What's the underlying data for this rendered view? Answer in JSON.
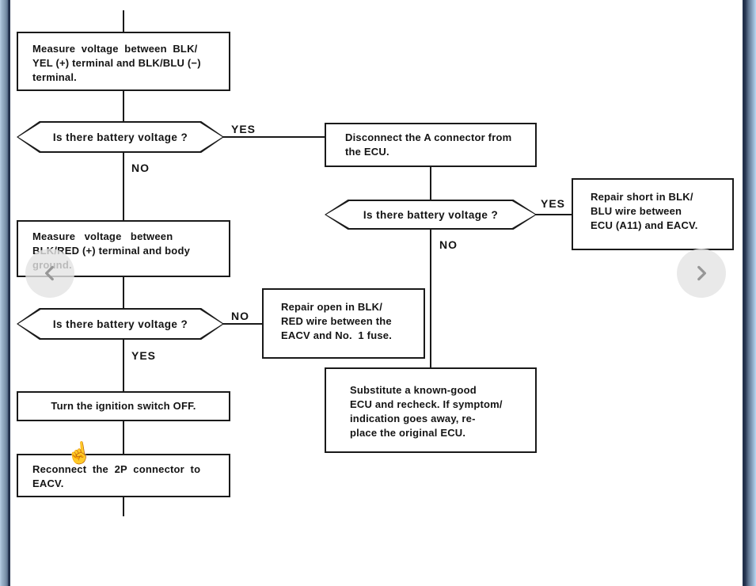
{
  "viewer": {
    "prev_icon": "chevron-left",
    "next_icon": "chevron-right"
  },
  "cursor": {
    "glyph": "☝"
  },
  "flowchart": {
    "boxes": [
      {
        "name": "measure-blk-yel",
        "text": "Measure  voltage  between  BLK/\nYEL (+) terminal and BLK/BLU (−)\nterminal."
      },
      {
        "name": "disconnect-a-connector",
        "text": "Disconnect the A connector from\nthe ECU."
      },
      {
        "name": "repair-short-blk-blu",
        "text": "Repair short in BLK/\nBLU wire between\nECU (A11) and EACV."
      },
      {
        "name": "measure-blk-red",
        "text": "Measure   voltage   between\nBLK/RED (+) terminal and body\nground."
      },
      {
        "name": "repair-open-blk-red",
        "text": "Repair open in BLK/\nRED wire between the\nEACV and No.  1 fuse."
      },
      {
        "name": "substitute-ecu",
        "text": "Substitute a known-good\nECU and recheck. If symptom/\nindication goes away, re-\nplace the original ECU."
      },
      {
        "name": "ignition-off",
        "text": "Turn the ignition switch OFF."
      },
      {
        "name": "reconnect-2p",
        "text": "Reconnect  the  2P  connector  to\nEACV."
      }
    ],
    "decisions": [
      {
        "text": "Is there battery voltage ?"
      },
      {
        "text": "Is there battery voltage ?"
      },
      {
        "text": "Is there battery voltage ?"
      }
    ],
    "labels": {
      "yes1": "YES",
      "no1": "NO",
      "yes2": "YES",
      "no2": "NO",
      "no3": "NO",
      "yes3": "YES"
    }
  }
}
